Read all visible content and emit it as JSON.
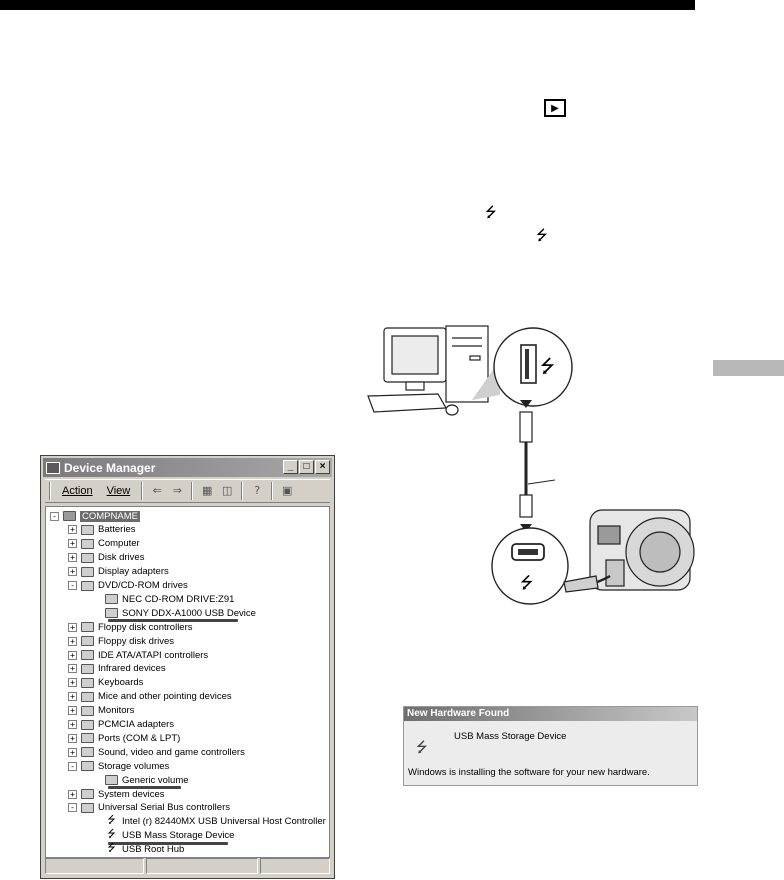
{
  "page": {
    "side_tab_color": "#b8b8b8",
    "rule_color": "#000000"
  },
  "symbols": {
    "play_icon": "▶",
    "usb_icon": "⭍"
  },
  "device_manager": {
    "title": "Device Manager",
    "menu": [
      "Action",
      "View"
    ],
    "window_buttons": [
      "_",
      "□",
      "×"
    ],
    "tree": [
      {
        "label": "COMPNAME",
        "level": 0,
        "expander": "-",
        "selected": true
      },
      {
        "label": "Batteries",
        "level": 1,
        "expander": "+"
      },
      {
        "label": "Computer",
        "level": 1,
        "expander": "+"
      },
      {
        "label": "Disk drives",
        "level": 1,
        "expander": "+"
      },
      {
        "label": "Display adapters",
        "level": 1,
        "expander": "+"
      },
      {
        "label": "DVD/CD-ROM drives",
        "level": 1,
        "expander": "-"
      },
      {
        "label": "NEC CD-ROM DRIVE:Z91",
        "level": 2,
        "expander": ""
      },
      {
        "label": "SONY DDX-A1000 USB Device",
        "level": 2,
        "expander": "",
        "underlined": true
      },
      {
        "label": "Floppy disk controllers",
        "level": 1,
        "expander": "+"
      },
      {
        "label": "Floppy disk drives",
        "level": 1,
        "expander": "+"
      },
      {
        "label": "IDE ATA/ATAPI controllers",
        "level": 1,
        "expander": "+"
      },
      {
        "label": "Infrared devices",
        "level": 1,
        "expander": "+"
      },
      {
        "label": "Keyboards",
        "level": 1,
        "expander": "+"
      },
      {
        "label": "Mice and other pointing devices",
        "level": 1,
        "expander": "+"
      },
      {
        "label": "Monitors",
        "level": 1,
        "expander": "+"
      },
      {
        "label": "PCMCIA adapters",
        "level": 1,
        "expander": "+"
      },
      {
        "label": "Ports (COM & LPT)",
        "level": 1,
        "expander": "+"
      },
      {
        "label": "Sound, video and game controllers",
        "level": 1,
        "expander": "+"
      },
      {
        "label": "Storage volumes",
        "level": 1,
        "expander": "-"
      },
      {
        "label": "Generic volume",
        "level": 2,
        "expander": "",
        "underlined": true
      },
      {
        "label": "System devices",
        "level": 1,
        "expander": "+"
      },
      {
        "label": "Universal Serial Bus controllers",
        "level": 1,
        "expander": "-"
      },
      {
        "label": "Intel (r) 82440MX USB Universal Host Controller",
        "level": 2,
        "expander": "",
        "usb": true
      },
      {
        "label": "USB Mass Storage Device",
        "level": 2,
        "expander": "",
        "usb": true,
        "underlined": true
      },
      {
        "label": "USB Root Hub",
        "level": 2,
        "expander": "",
        "usb": true
      }
    ]
  },
  "new_hardware": {
    "title": "New Hardware Found",
    "device": "USB Mass Storage Device",
    "message": "Windows is installing the software for your new hardware."
  }
}
